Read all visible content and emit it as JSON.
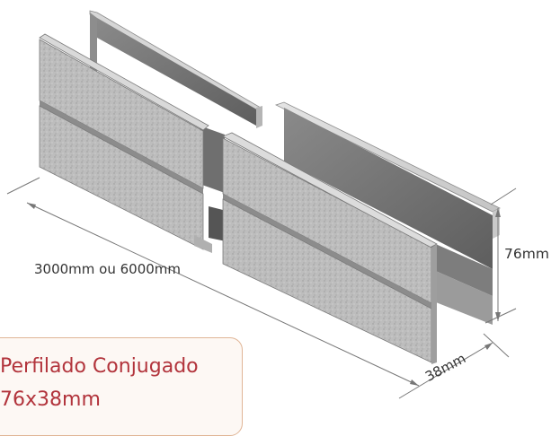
{
  "dimensions": {
    "length": "3000mm ou 6000mm",
    "height": "76mm",
    "width": "38mm"
  },
  "title": {
    "line1": "Perfilado Conjugado",
    "line2": "76x38mm"
  },
  "colors": {
    "metal_light": "#c9c9c9",
    "metal_mid": "#a9a9a9",
    "metal_dark": "#6e6e6e",
    "title_text": "#b2343c",
    "title_border": "#e0b596",
    "dimension_line": "#777777"
  }
}
